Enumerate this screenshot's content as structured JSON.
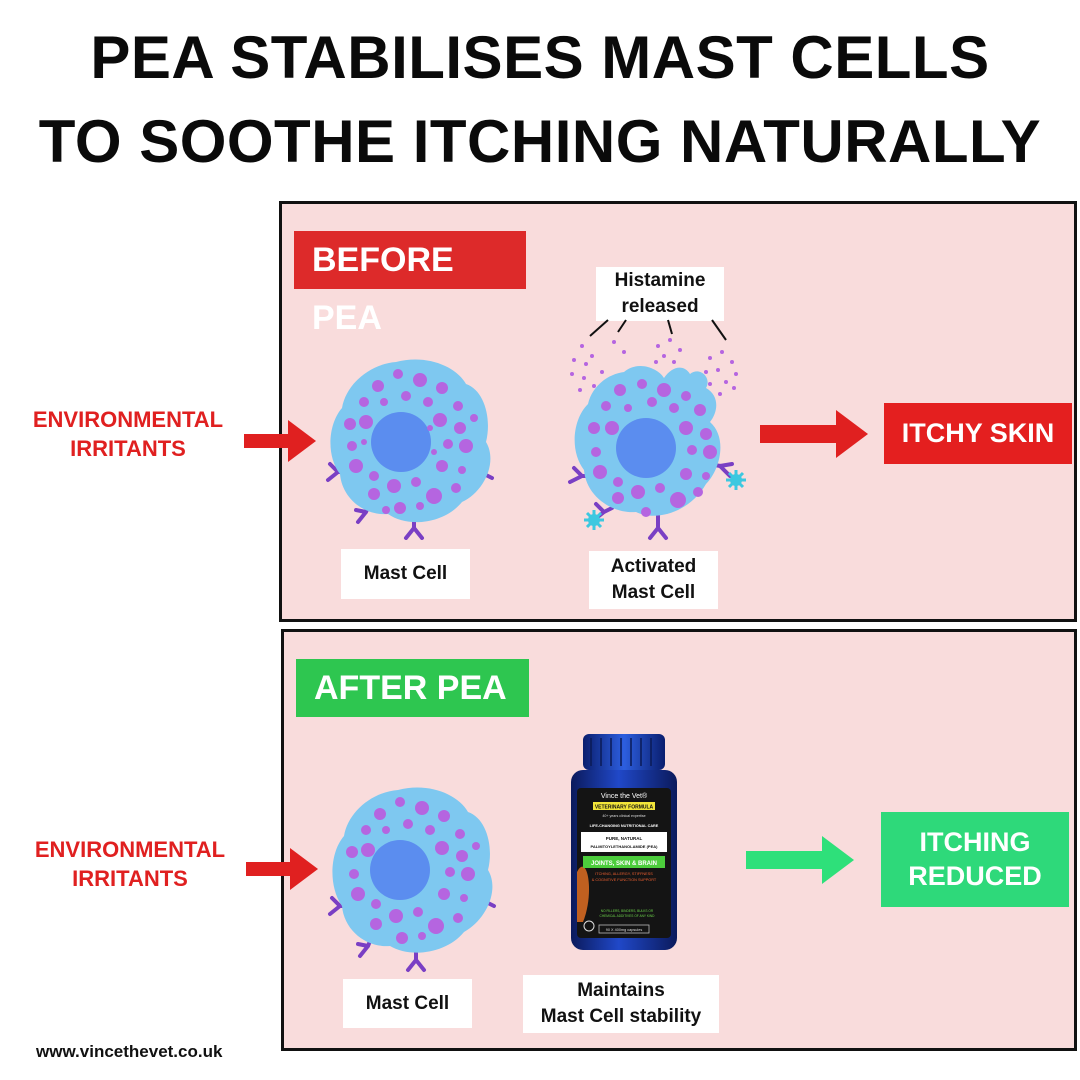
{
  "title": {
    "line1": "PEA STABILISES MAST CELLS",
    "line2": "TO SOOTHE ITCHING NATURALLY"
  },
  "before": {
    "tag": "BEFORE PEA",
    "irritant_line1": "ENVIRONMENTAL",
    "irritant_line2": "IRRITANTS",
    "histamine_line1": "Histamine",
    "histamine_line2": "released",
    "cell_label": "Mast Cell",
    "activated_line1": "Activated",
    "activated_line2": "Mast Cell",
    "result": "ITCHY SKIN"
  },
  "after": {
    "tag": "AFTER PEA",
    "irritant_line1": "ENVIRONMENTAL",
    "irritant_line2": "IRRITANTS",
    "cell_label": "Mast Cell",
    "maintains_line1": "Maintains",
    "maintains_line2": "Mast Cell stability",
    "result_line1": "ITCHING",
    "result_line2": "REDUCED"
  },
  "bottle": {
    "brand": "Vince the Vet®",
    "formula": "VETERINARY FORMULA",
    "expertise": "40+ years clinical expertise",
    "tagline": "LIFE-CHANGING NUTRITIONAL CARE",
    "ingredient_line1": "PURE, NATURAL",
    "ingredient_line2": "PALMITOYLETHANOLAMIDE (PEA)",
    "benefits": "JOINTS, SKIN & BRAIN",
    "support_line1": "ITCHING, ALLERGY, STIFFNESS",
    "support_line2": "& COGNITIVE FUNCTION SUPPORT",
    "nofillers_line1": "NO FILLERS, BINDERS, BULKS OR",
    "nofillers_line2": "CHEMICAL ADDITIVES OF ANY KIND",
    "capsules": "90 X 400mg capsules"
  },
  "footer": {
    "url": "www.vincethevet.co.uk"
  },
  "colors": {
    "panel_bg": "#f9dcdc",
    "red": "#e02020",
    "green": "#2ecc52",
    "cell_body": "#7ec8f0",
    "cell_nucleus": "#5b8def",
    "granule": "#b565e0",
    "receptor": "#7a3fc4"
  }
}
